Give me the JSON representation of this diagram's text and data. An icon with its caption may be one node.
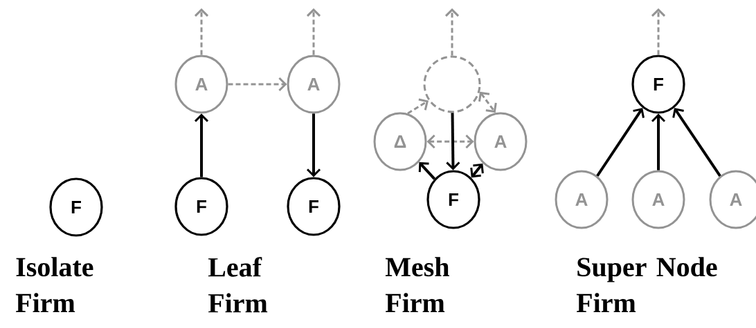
{
  "diagram": {
    "nodes": [
      {
        "text": [
          "F"
        ]
      },
      {
        "text": [
          "A"
        ]
      },
      {
        "text": [
          "A"
        ]
      },
      {
        "text": [
          "F"
        ]
      },
      {
        "text": [
          "F"
        ]
      },
      {
        "text": [],
        "shape": "circle"
      },
      {
        "text": [
          "Δ"
        ]
      },
      {
        "text": [
          "A"
        ]
      },
      {
        "text": [
          "F"
        ]
      },
      {
        "text": [
          "F"
        ]
      },
      {
        "text": [
          "A"
        ]
      },
      {
        "text": [
          "A"
        ]
      },
      {
        "text": [
          "A"
        ]
      }
    ],
    "edges": [
      {
        "from": 1,
        "to": null,
        "arrow": "to",
        "style": "dashed",
        "color": "#939393"
      },
      {
        "from": 2,
        "to": null,
        "arrow": "to",
        "style": "dashed",
        "color": "#939393"
      },
      {
        "from": 1,
        "to": 2,
        "arrow": "to",
        "style": "dashed",
        "color": "#939393"
      },
      {
        "from": 3,
        "to": 1,
        "arrow": "to",
        "color": "#000000"
      },
      {
        "from": 2,
        "to": 4,
        "arrow": "to",
        "color": "#000000"
      },
      {
        "from": 5,
        "to": null,
        "arrow": "to",
        "style": "dashed",
        "color": "#939393"
      },
      {
        "from": 6,
        "to": 5,
        "arrow": "to",
        "style": "dashed",
        "color": "#939393"
      },
      {
        "from": 5,
        "to": 7,
        "arrow": "both",
        "style": "dashed",
        "color": "#939393"
      },
      {
        "from": 6,
        "to": 7,
        "arrow": "both",
        "style": "dashed",
        "color": "#939393"
      },
      {
        "from": 5,
        "to": 8,
        "arrow": "to",
        "color": "#000000"
      },
      {
        "from": 8,
        "to": 6,
        "arrow": "to",
        "color": "#000000"
      },
      {
        "from": 8,
        "to": 7,
        "arrow": "both",
        "color": "#000000"
      },
      {
        "from": 9,
        "to": null,
        "arrow": "to",
        "style": "dashed",
        "color": "#939393"
      },
      {
        "from": 10,
        "to": 9,
        "arrow": "to",
        "color": "#000000"
      },
      {
        "from": 11,
        "to": 9,
        "arrow": "to",
        "color": "#000000"
      },
      {
        "from": 12,
        "to": 9,
        "arrow": "to",
        "color": "#000000"
      }
    ],
    "labels": [
      "Isolate Firm",
      "Leaf Firm",
      "Mesh Firm",
      "Super Node Firm"
    ]
  }
}
